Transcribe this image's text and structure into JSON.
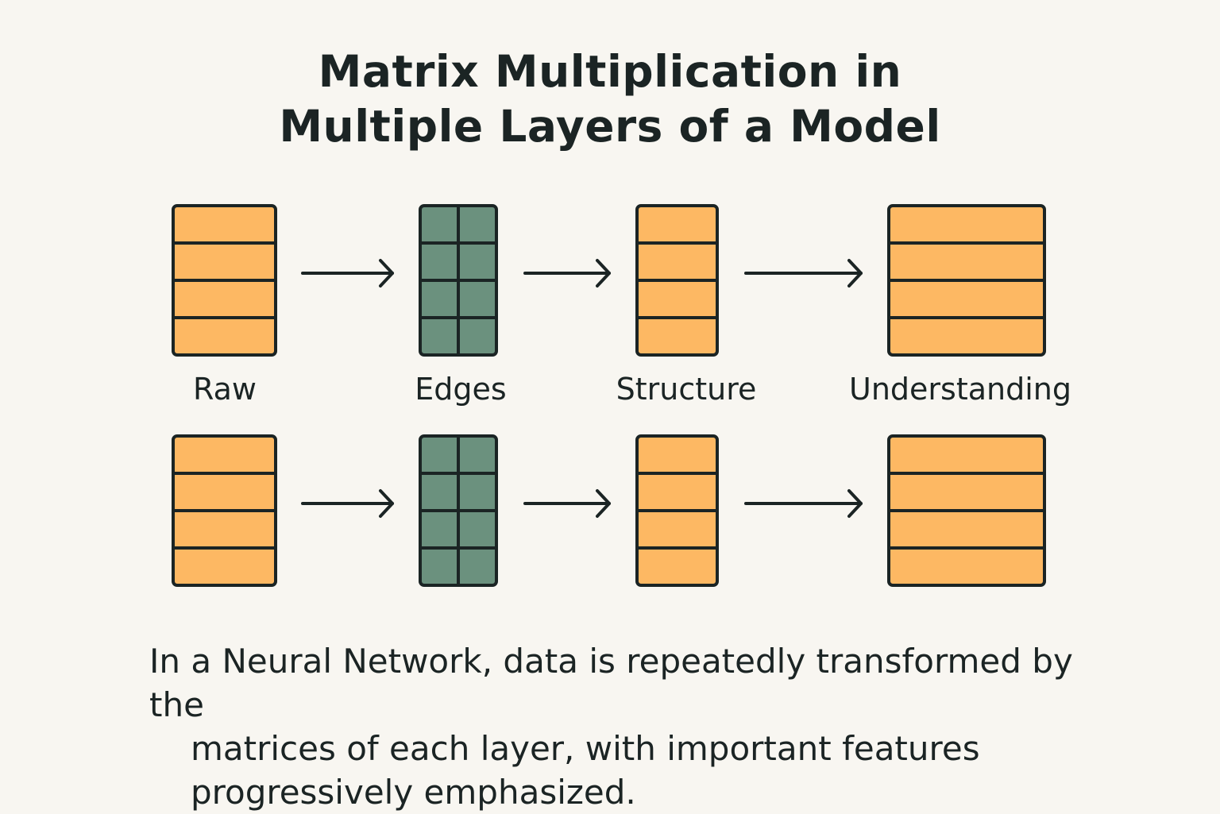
{
  "title": {
    "line1": "Matrix Multiplication in",
    "line2": "Multiple Layers of a Model"
  },
  "colors": {
    "background": "#f8f6f1",
    "orange": "#fdb863",
    "green": "#6b917e",
    "ink": "#1b2424"
  },
  "stages": [
    {
      "label": "Raw",
      "color": "orange",
      "rows": 4,
      "cols": 1
    },
    {
      "label": "Edges",
      "color": "green",
      "rows": 4,
      "cols": 2
    },
    {
      "label": "Structure",
      "color": "orange",
      "rows": 4,
      "cols": 1
    },
    {
      "label": "Understanding",
      "color": "orange",
      "rows": 4,
      "cols": 1
    }
  ],
  "row_count": 2,
  "caption": {
    "line1": "In a Neural Network, data is repeatedly transformed by the",
    "line2": "matrices of each layer, with important features",
    "line3": "progressively emphasized."
  }
}
